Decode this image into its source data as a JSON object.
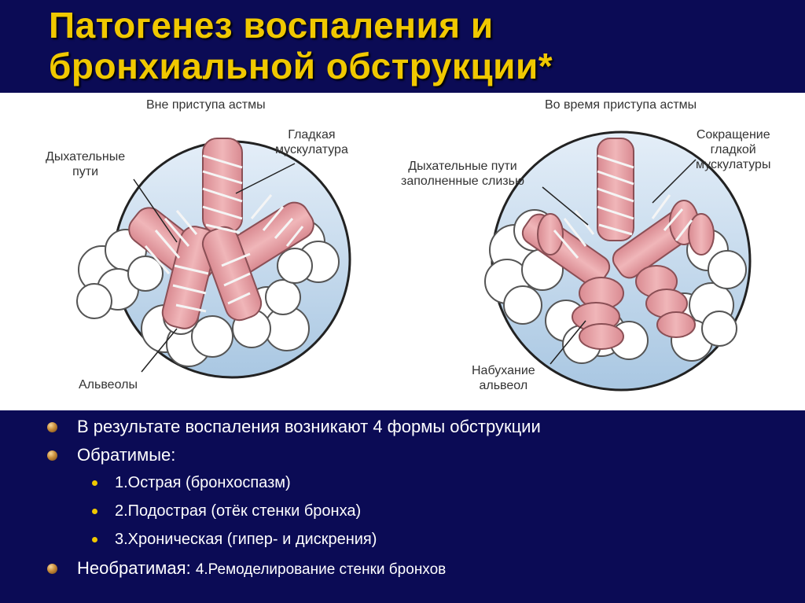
{
  "title": {
    "line1": "Патогенез воспаления и",
    "line2": "бронхиальной обструкции*"
  },
  "figure": {
    "left_caption": "Вне приступа астмы",
    "right_caption": "Во время приступа астмы",
    "left_labels": {
      "airways": "Дыхательные\nпути",
      "smooth_muscle": "Гладкая\nмускулатура",
      "alveoli": "Альвеолы"
    },
    "right_labels": {
      "mucus_airways": "Дыхательные пути\nзаполненные слизью",
      "contraction": "Сокращение\nгладкой\nмускулатуры",
      "swelling": "Набухание\nальвеол"
    },
    "colors": {
      "circle_fill": "#c9def0",
      "bronchus": "#e8a4a8",
      "band": "#f3f3f3",
      "alveoli": "#ffffff"
    }
  },
  "bullets": [
    {
      "level": 1,
      "text": "В результате воспаления возникают 4 формы обструкции"
    },
    {
      "level": 1,
      "text": "Обратимые:"
    },
    {
      "level": 2,
      "text": "1.Острая (бронхоспазм)"
    },
    {
      "level": 2,
      "text": "2.Подострая (отёк стенки бронха)"
    },
    {
      "level": 2,
      "text": "3.Хроническая (гипер- и дискрения)"
    },
    {
      "level": 1,
      "text": "Необратимая:",
      "suffix": "4.Ремоделирование стенки бронхов"
    }
  ]
}
